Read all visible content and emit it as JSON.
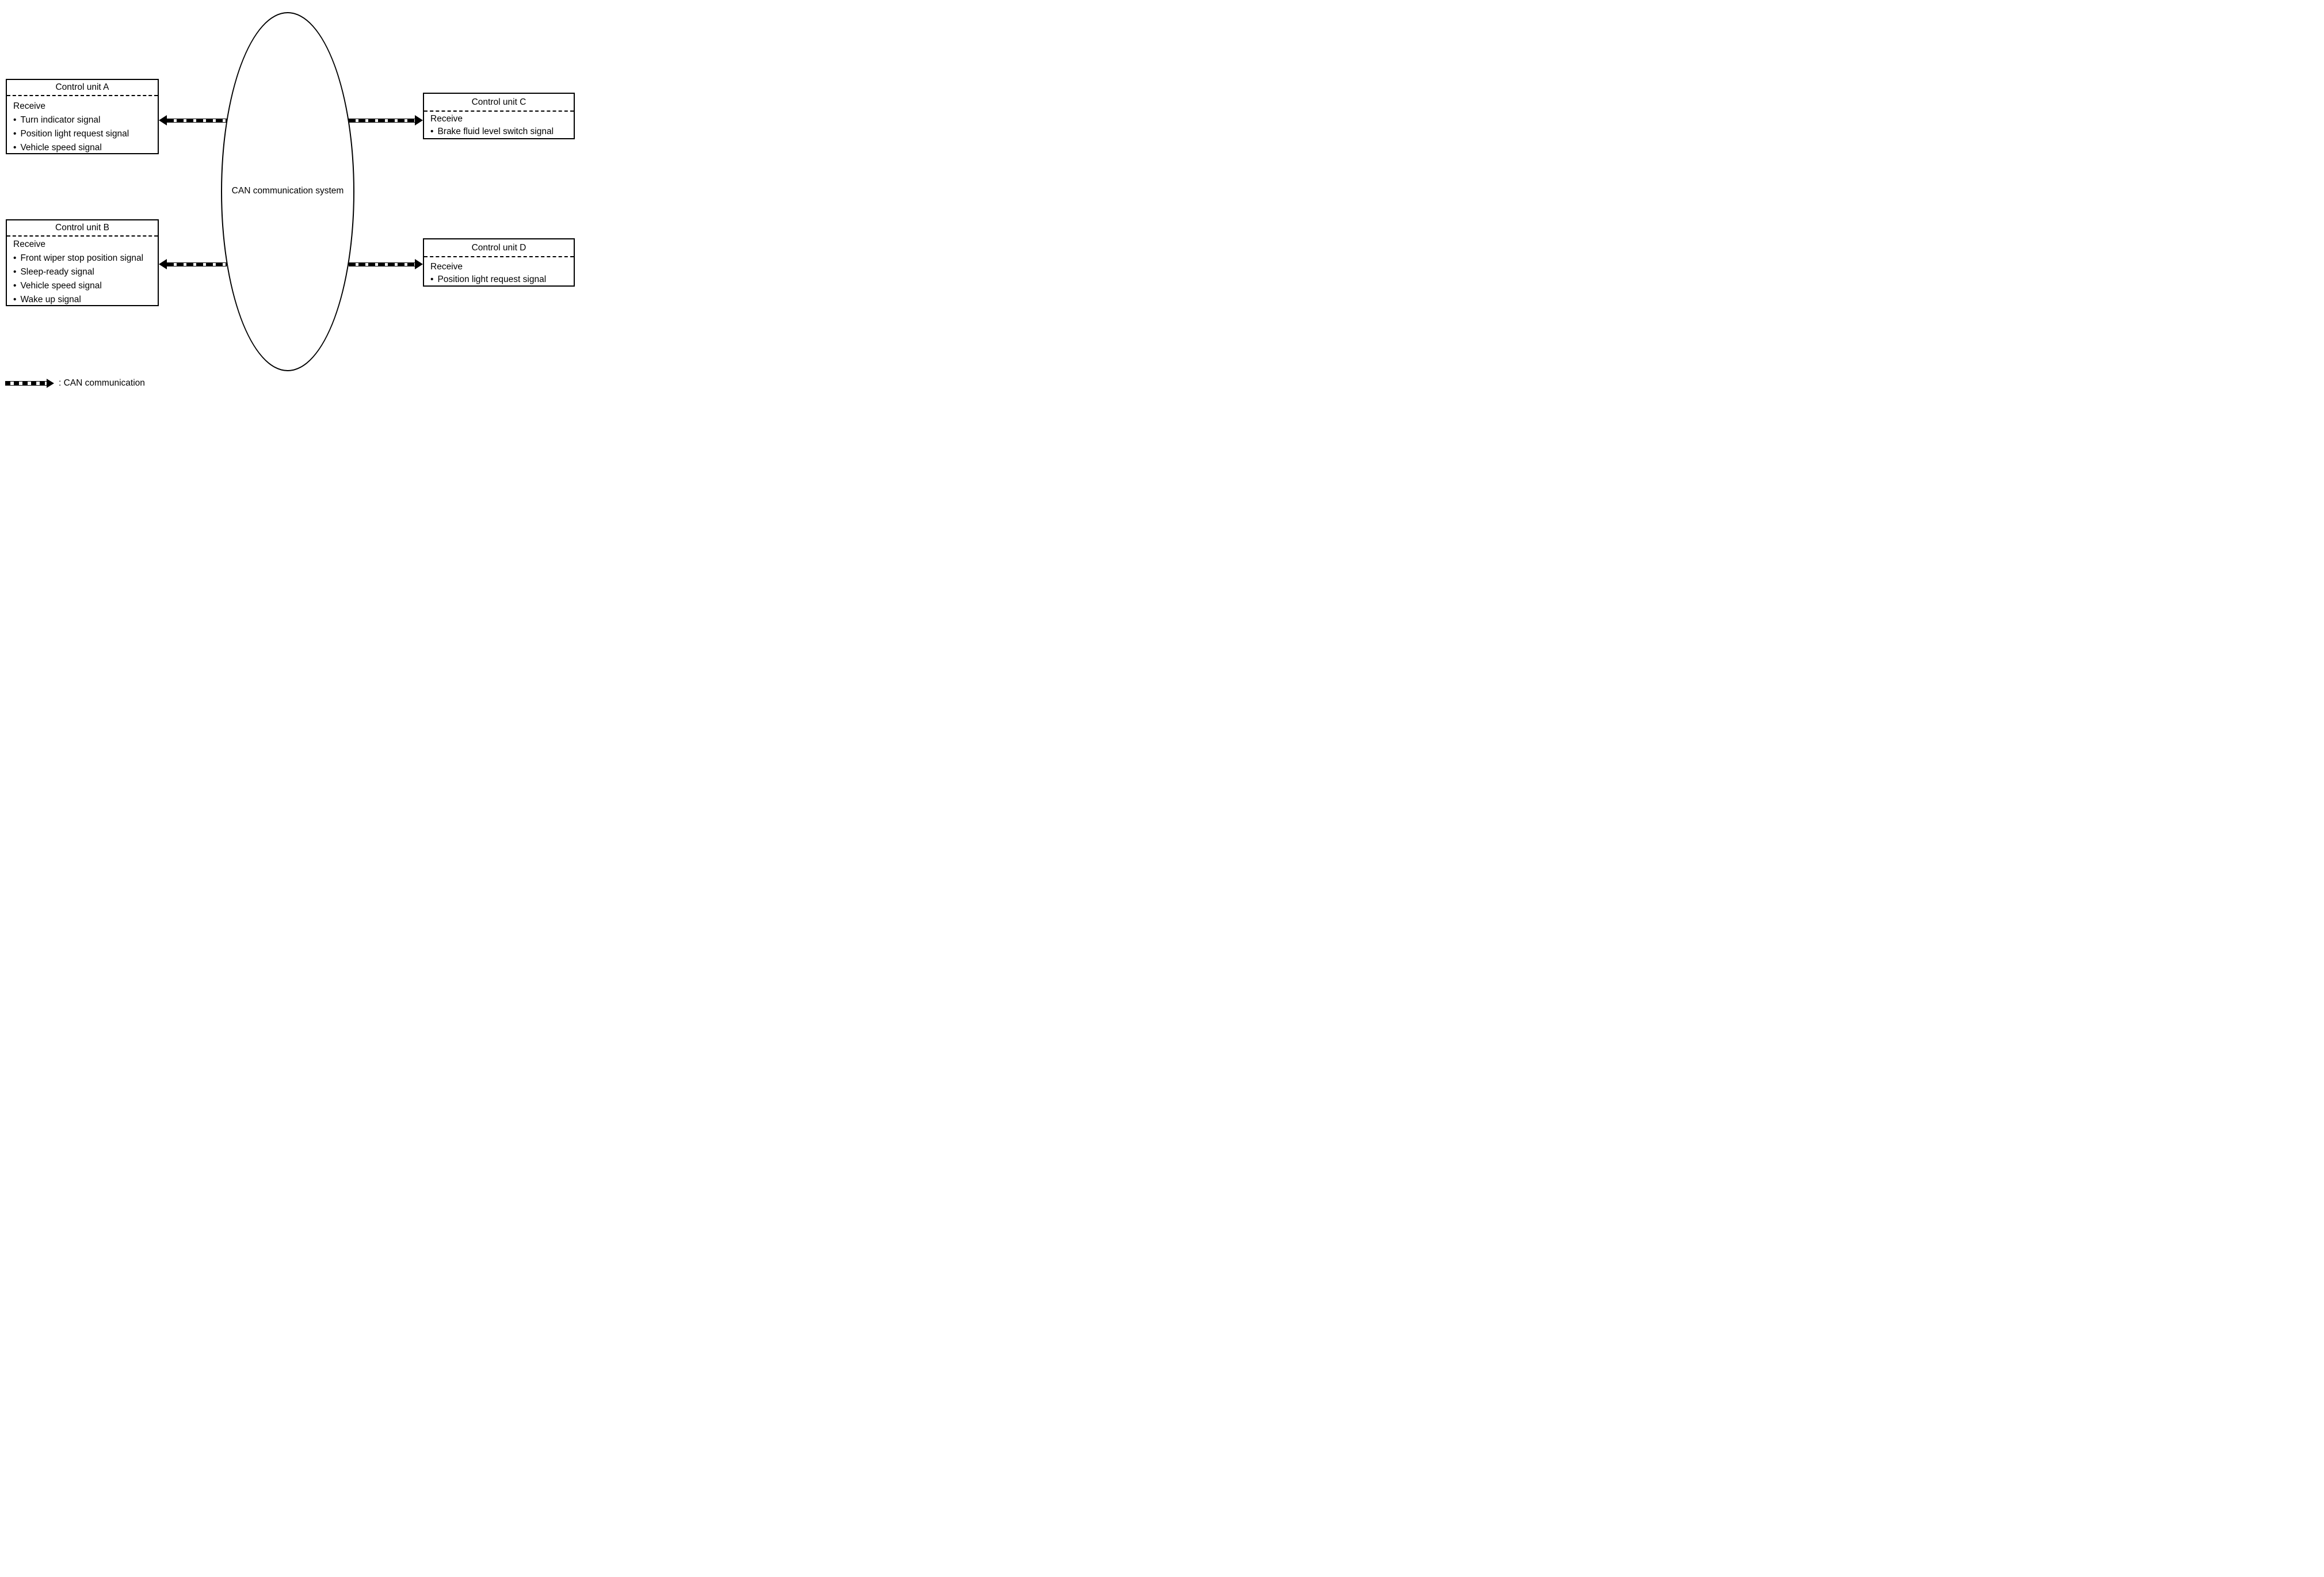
{
  "bullet": "•",
  "center": {
    "label": "CAN communication system"
  },
  "units": [
    {
      "title": "Control unit A",
      "section": "Receive",
      "signals": [
        "Turn indicator signal",
        "Position light request signal",
        "Vehicle speed signal"
      ]
    },
    {
      "title": "Control unit B",
      "section": "Receive",
      "signals": [
        "Front wiper stop position signal",
        "Sleep-ready signal",
        "Vehicle speed signal",
        "Wake up signal"
      ]
    },
    {
      "title": "Control unit C",
      "section": "Receive",
      "signals": [
        "Brake fluid level switch signal"
      ]
    },
    {
      "title": "Control unit D",
      "section": "Receive",
      "signals": [
        "Position light request signal"
      ]
    }
  ],
  "legend": {
    "label": ": CAN communication"
  },
  "colors": {
    "ink": "#000000",
    "background": "#ffffff"
  }
}
